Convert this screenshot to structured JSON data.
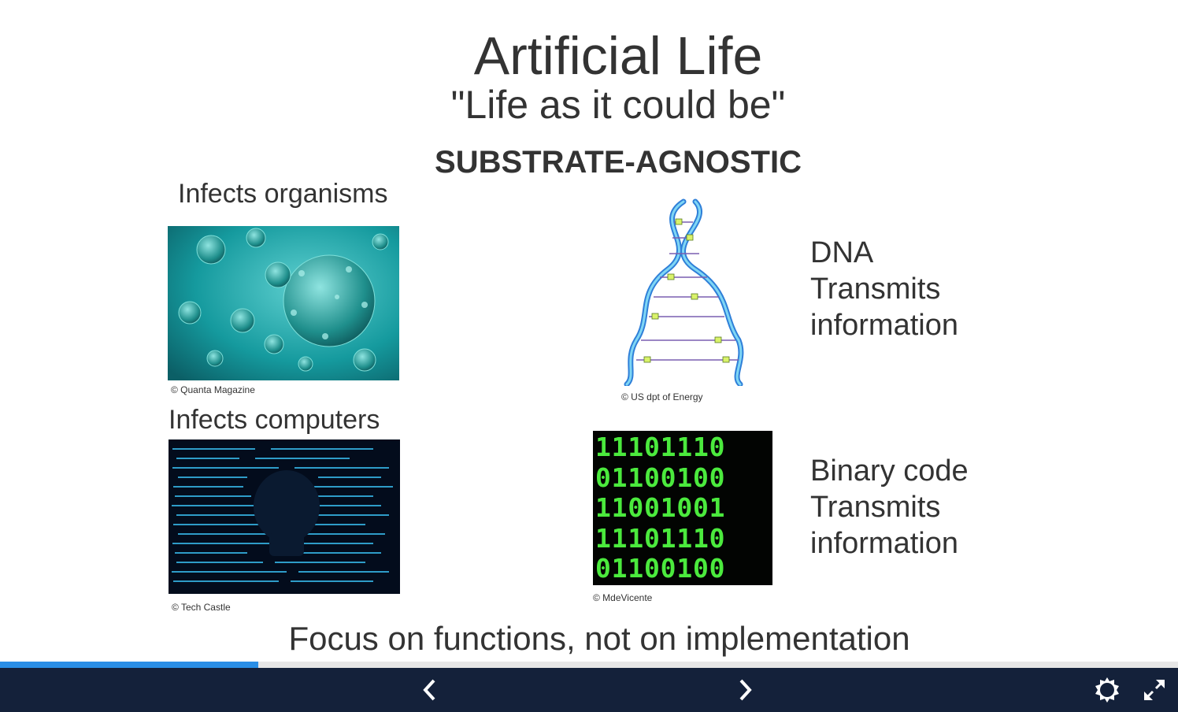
{
  "slide": {
    "title": "Artificial Life",
    "subtitle": "\"Life as it could be\"",
    "heading": "SUBSTRATE-AGNOSTIC",
    "left_top": {
      "label": "Infects organisms",
      "caption": "© Quanta Magazine"
    },
    "left_bottom": {
      "label": "Infects computers",
      "caption": "© Tech Castle"
    },
    "right_top": {
      "caption": "© US dpt of Energy",
      "lines": [
        "DNA",
        "Transmits",
        "information"
      ]
    },
    "right_bottom": {
      "caption": "© MdeVicente",
      "lines": [
        "Binary code",
        "Transmits",
        "information"
      ],
      "binary_rows": [
        "11101110",
        "01100100",
        "11001001",
        "11101110",
        "01100100"
      ]
    },
    "footer": "Focus on functions, not on implementation"
  },
  "progress": {
    "fraction": 0.219
  },
  "controls": {
    "prev_icon": "chevron-left-icon",
    "next_icon": "chevron-right-icon",
    "settings_icon": "gear-icon",
    "fullscreen_icon": "fullscreen-icon"
  },
  "colors": {
    "accent": "#2a8ee6",
    "toolbar": "#14213a"
  }
}
